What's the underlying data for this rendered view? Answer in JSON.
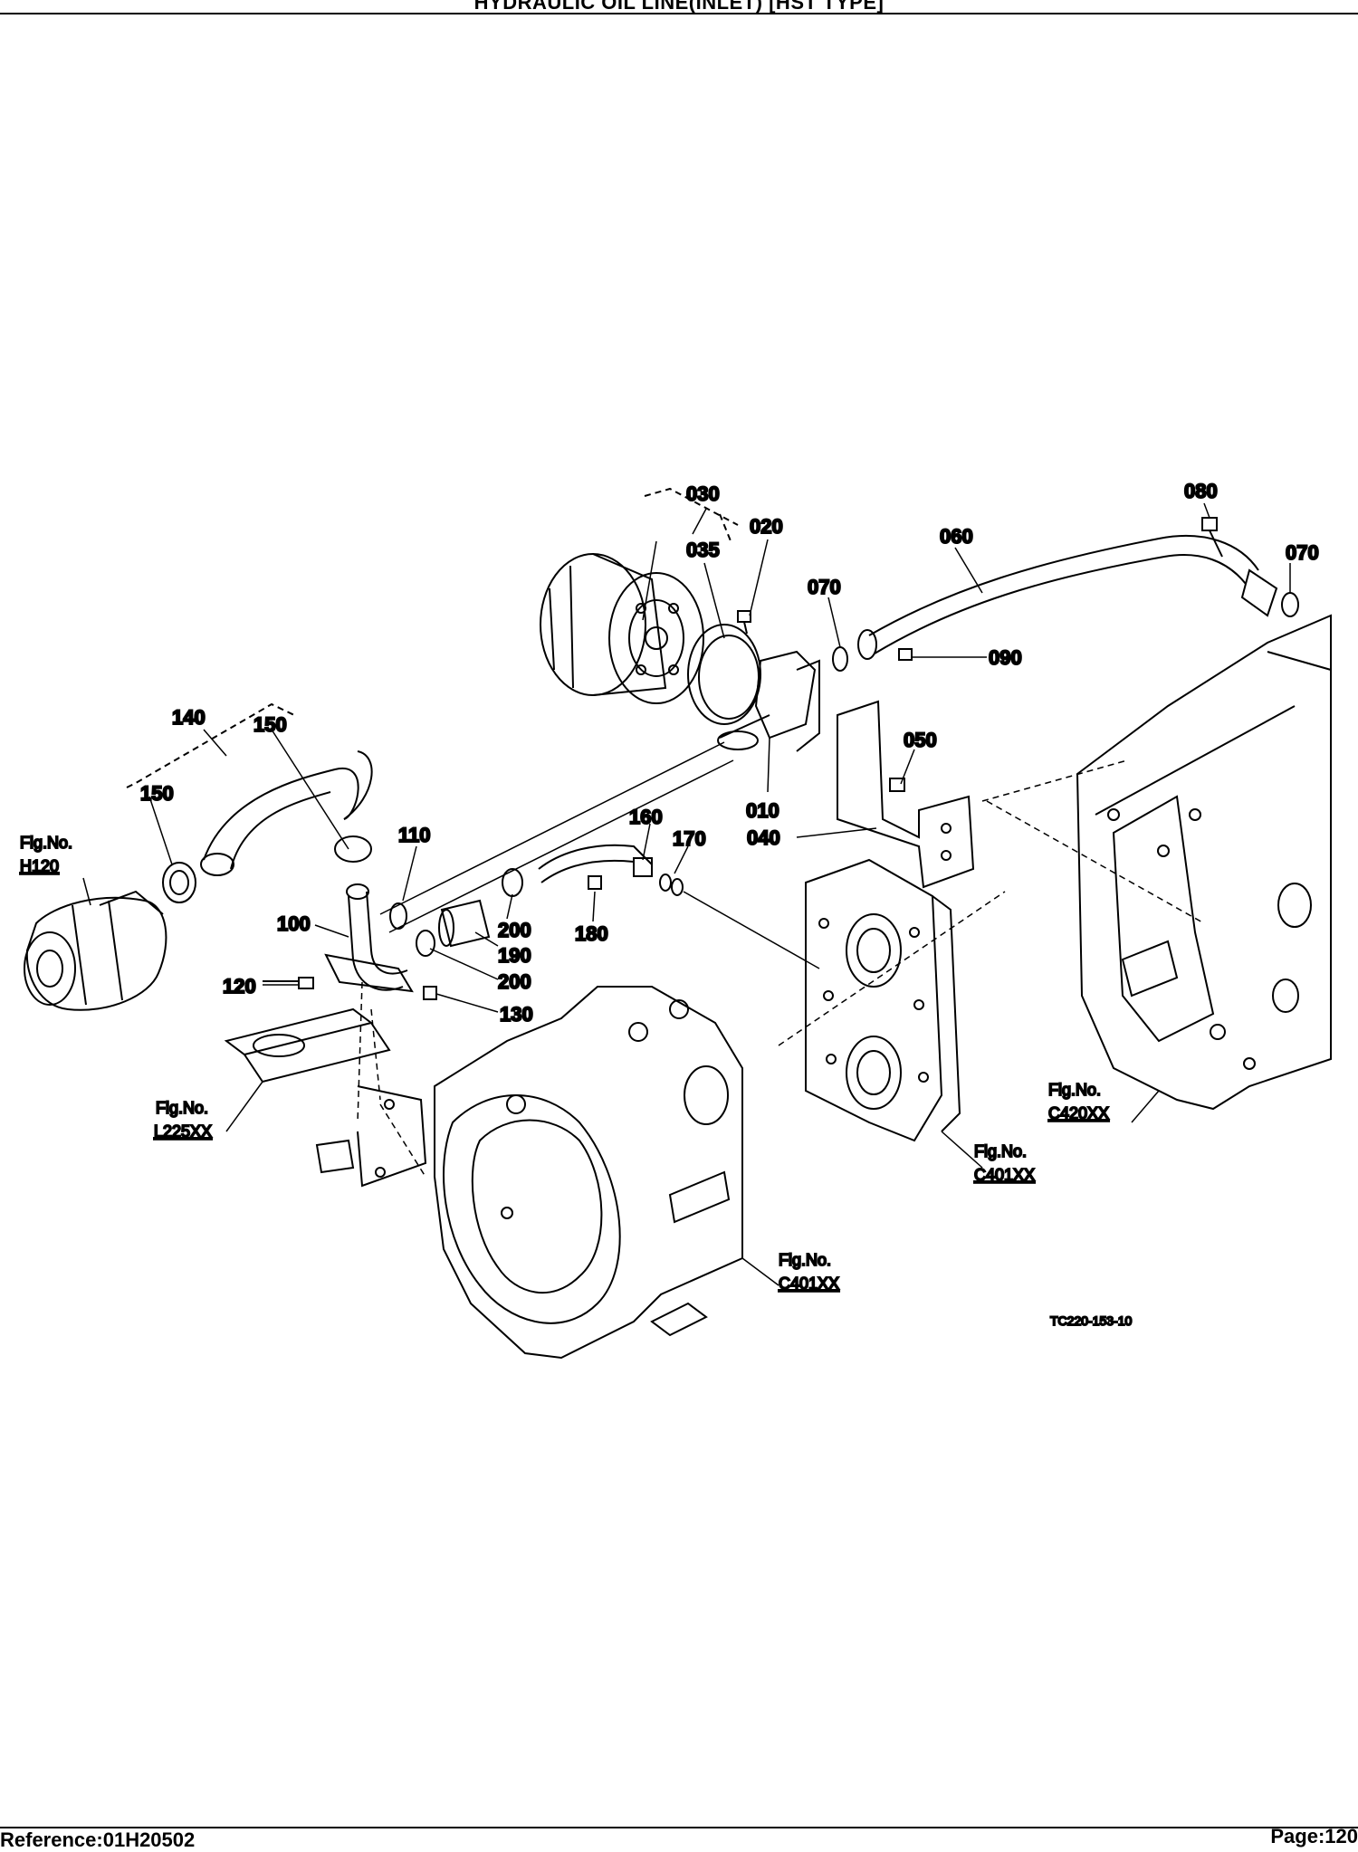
{
  "header": {
    "title": "HYDRAULIC OIL LINE(INLET) [HST TYPE]"
  },
  "callouts": {
    "c030": "030",
    "c020": "020",
    "c035": "035",
    "c080": "080",
    "c060": "060",
    "c070a": "070",
    "c070b": "070",
    "c090": "090",
    "c140": "140",
    "c150a": "150",
    "c150b": "150",
    "c050": "050",
    "c010": "010",
    "c160": "160",
    "c040": "040",
    "c170": "170",
    "c110": "110",
    "c200a": "200",
    "c100": "100",
    "c190": "190",
    "c180": "180",
    "c200b": "200",
    "c120": "120",
    "c130": "130"
  },
  "fig_refs": {
    "h120": {
      "label": "Fig.No.",
      "code": "H120"
    },
    "l225": {
      "label": "Fig.No.",
      "code": "L225XX"
    },
    "c401a": {
      "label": "Fig.No.",
      "code": "C401XX"
    },
    "c401b": {
      "label": "Fig.No.",
      "code": "C401XX"
    },
    "c420": {
      "label": "Fig.No.",
      "code": "C420XX"
    }
  },
  "drawing_code": "TC220-153-10",
  "footer": {
    "reference": "Reference:01H20502",
    "page": "Page:120"
  }
}
